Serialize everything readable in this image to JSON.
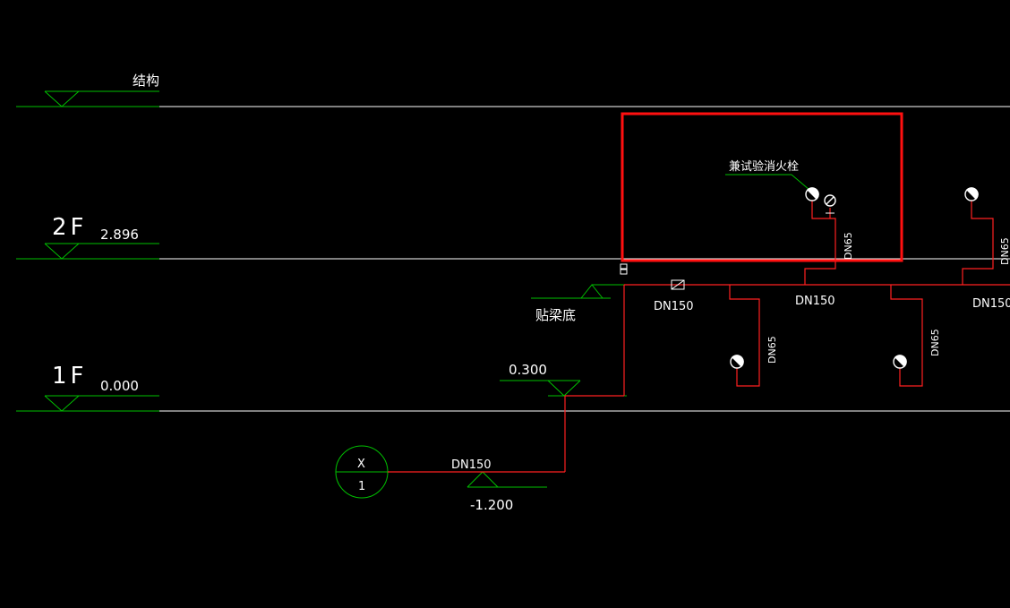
{
  "levels": {
    "structure": {
      "label": "结构"
    },
    "second_floor": {
      "name": "2F",
      "elevation": "2.896"
    },
    "first_floor": {
      "name": "1F",
      "elevation": "0.000"
    }
  },
  "elevation_marks": {
    "beam_bottom": "贴梁底",
    "low": "0.300",
    "below_grade": "-1.200"
  },
  "riser": {
    "top": "X",
    "bottom": "1"
  },
  "pipe_labels": {
    "inlet": "DN150",
    "main_1": "DN150",
    "main_2": "DN150",
    "main_3": "DN150",
    "branch_1": "DN65",
    "branch_2": "DN65",
    "branch_3": "DN65",
    "branch_4": "DN65"
  },
  "annotation": {
    "test_hydrant": "兼试验消火栓"
  },
  "colors": {
    "background": "#000000",
    "level_line": "#ffffff",
    "symbol": "#00c000",
    "pipe": "#ff2020",
    "highlight": "#ff1010",
    "text": "#ffffff"
  }
}
